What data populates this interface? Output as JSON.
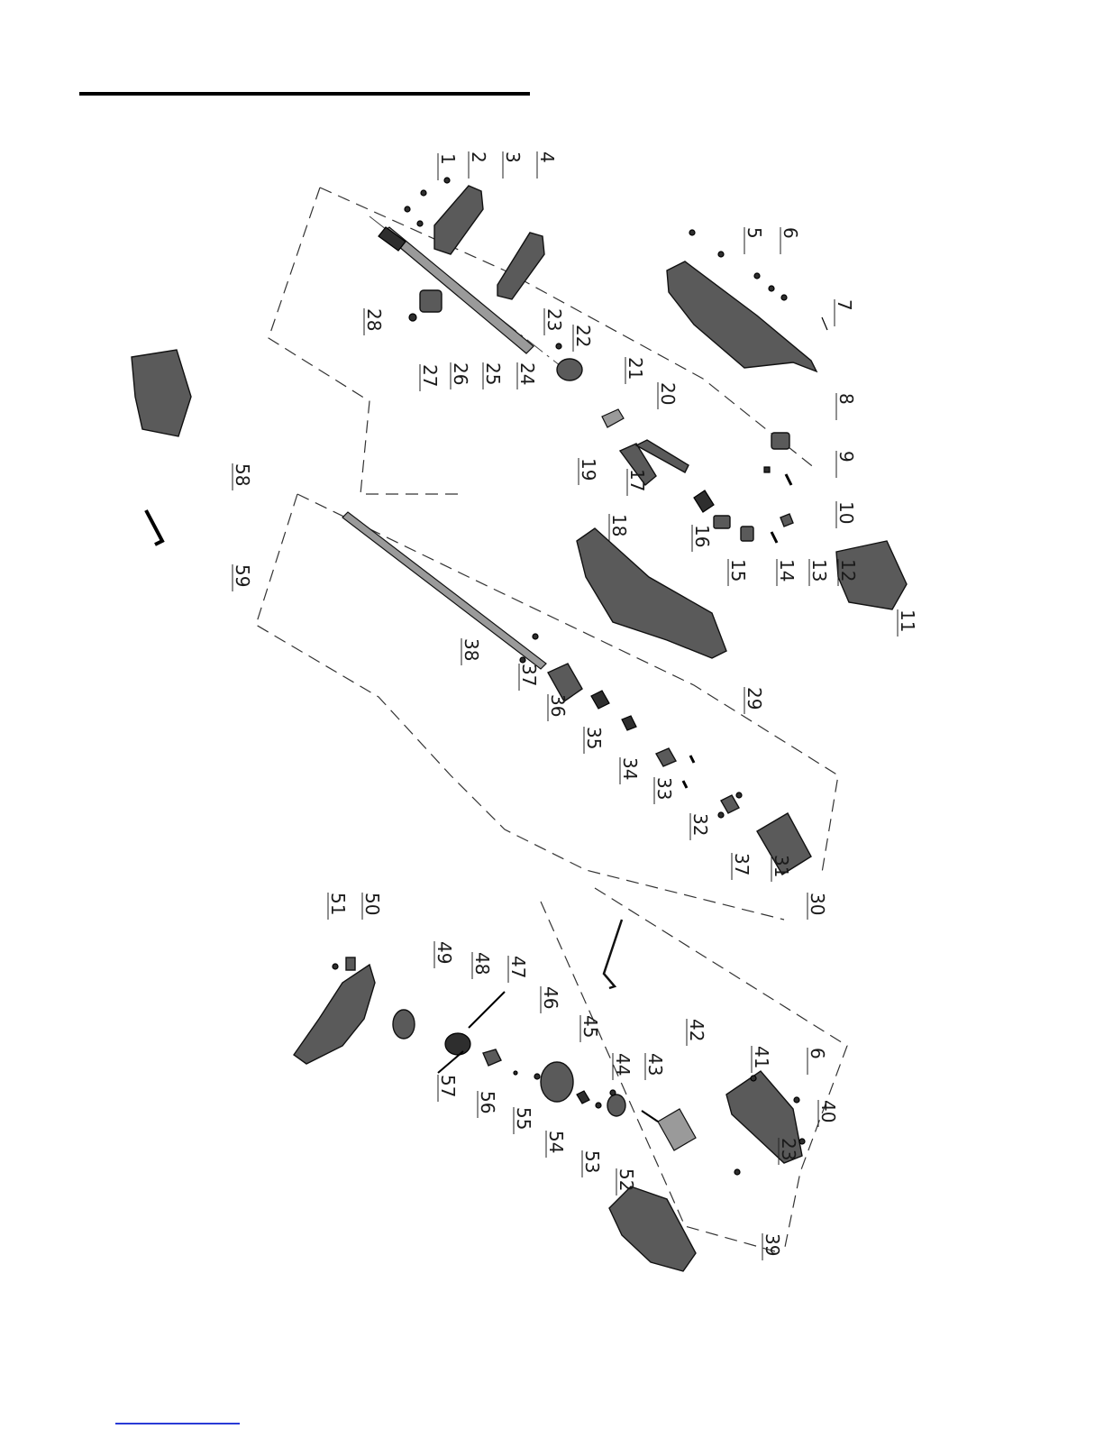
{
  "callouts": [
    {
      "id": "c1",
      "label": "1"
    },
    {
      "id": "c2",
      "label": "2"
    },
    {
      "id": "c3",
      "label": "3"
    },
    {
      "id": "c4",
      "label": "4"
    },
    {
      "id": "c5",
      "label": "5"
    },
    {
      "id": "c6",
      "label": "6"
    },
    {
      "id": "c7",
      "label": "7"
    },
    {
      "id": "c8",
      "label": "8"
    },
    {
      "id": "c9",
      "label": "9"
    },
    {
      "id": "c10",
      "label": "10"
    },
    {
      "id": "c11",
      "label": "11"
    },
    {
      "id": "c12",
      "label": "12"
    },
    {
      "id": "c13",
      "label": "13"
    },
    {
      "id": "c14",
      "label": "14"
    },
    {
      "id": "c15",
      "label": "15"
    },
    {
      "id": "c16",
      "label": "16"
    },
    {
      "id": "c17",
      "label": "17"
    },
    {
      "id": "c18",
      "label": "18"
    },
    {
      "id": "c19",
      "label": "19"
    },
    {
      "id": "c20",
      "label": "20"
    },
    {
      "id": "c21",
      "label": "21"
    },
    {
      "id": "c22",
      "label": "22"
    },
    {
      "id": "c23",
      "label": "23"
    },
    {
      "id": "c24",
      "label": "24"
    },
    {
      "id": "c25",
      "label": "25"
    },
    {
      "id": "c26",
      "label": "26"
    },
    {
      "id": "c27",
      "label": "27"
    },
    {
      "id": "c28",
      "label": "28"
    },
    {
      "id": "c29",
      "label": "29"
    },
    {
      "id": "c30",
      "label": "30"
    },
    {
      "id": "c31",
      "label": "31"
    },
    {
      "id": "c32",
      "label": "32"
    },
    {
      "id": "c33",
      "label": "33"
    },
    {
      "id": "c34",
      "label": "34"
    },
    {
      "id": "c35",
      "label": "35"
    },
    {
      "id": "c36",
      "label": "36"
    },
    {
      "id": "c37a",
      "label": "37"
    },
    {
      "id": "c37b",
      "label": "37"
    },
    {
      "id": "c38",
      "label": "38"
    },
    {
      "id": "c39",
      "label": "39"
    },
    {
      "id": "c40",
      "label": "40"
    },
    {
      "id": "c41",
      "label": "41"
    },
    {
      "id": "c42",
      "label": "42"
    },
    {
      "id": "c43",
      "label": "43"
    },
    {
      "id": "c44",
      "label": "44"
    },
    {
      "id": "c45",
      "label": "45"
    },
    {
      "id": "c46",
      "label": "46"
    },
    {
      "id": "c47",
      "label": "47"
    },
    {
      "id": "c48",
      "label": "48"
    },
    {
      "id": "c49",
      "label": "49"
    },
    {
      "id": "c50",
      "label": "50"
    },
    {
      "id": "c51",
      "label": "51"
    },
    {
      "id": "c52",
      "label": "52"
    },
    {
      "id": "c53",
      "label": "53"
    },
    {
      "id": "c54",
      "label": "54"
    },
    {
      "id": "c55",
      "label": "55"
    },
    {
      "id": "c56",
      "label": "56"
    },
    {
      "id": "c57",
      "label": "57"
    },
    {
      "id": "c58",
      "label": "58"
    },
    {
      "id": "c59",
      "label": "59"
    },
    {
      "id": "c6b",
      "label": "6"
    },
    {
      "id": "c23b",
      "label": "23"
    }
  ]
}
